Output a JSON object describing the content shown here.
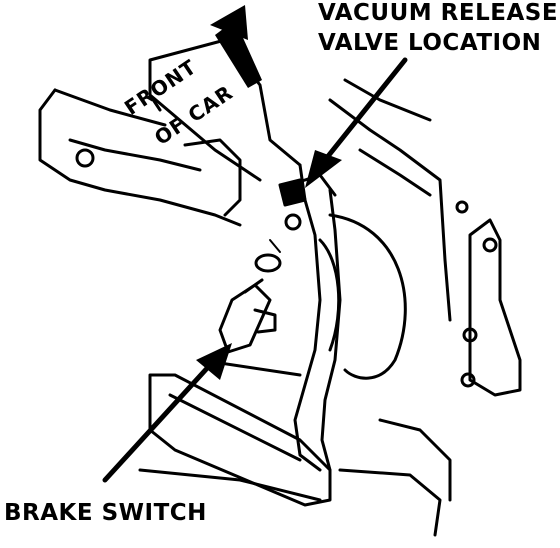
{
  "callouts": {
    "vacuum_release_line1": "VACUUM RELEASE",
    "vacuum_release_line2": "VALVE LOCATION",
    "brake_switch": "BRAKE SWITCH"
  },
  "orientation": {
    "line1": "FRONT",
    "line2": "OF CAR"
  },
  "colors": {
    "ink": "#000000",
    "paper": "#ffffff"
  }
}
